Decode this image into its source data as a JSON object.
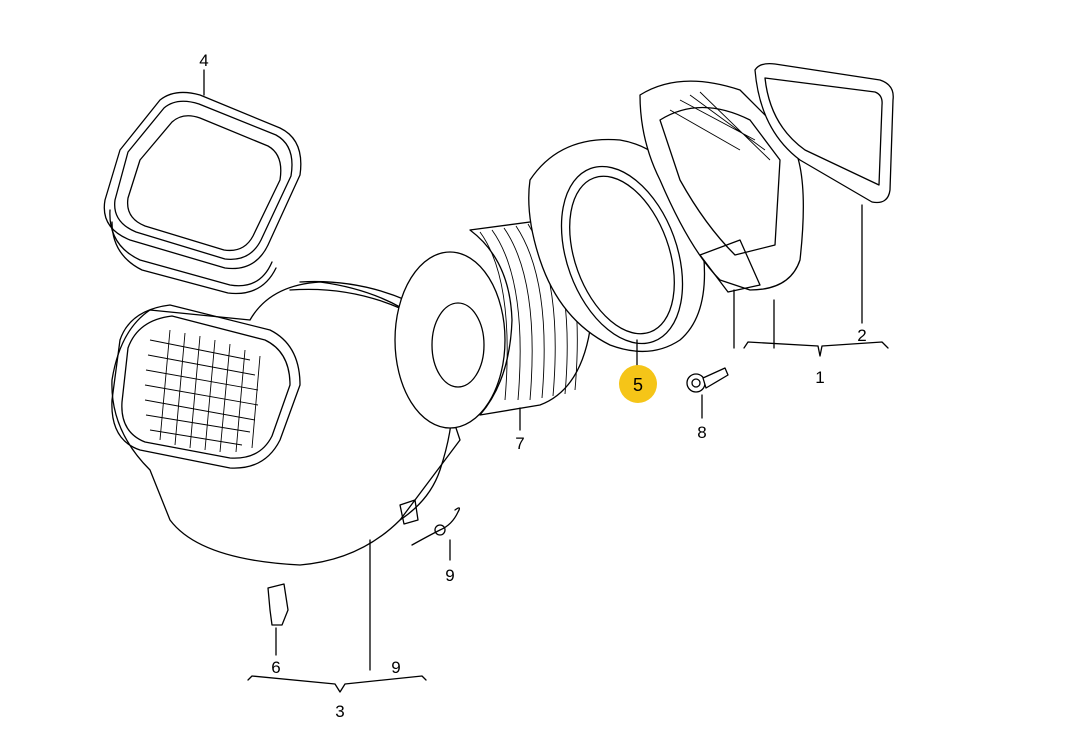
{
  "callouts": [
    {
      "id": "c1",
      "text": "1"
    },
    {
      "id": "c2",
      "text": "2"
    },
    {
      "id": "c3",
      "text": "3"
    },
    {
      "id": "c4",
      "text": "4"
    },
    {
      "id": "c5",
      "text": "5",
      "highlighted": true
    },
    {
      "id": "c6",
      "text": "6"
    },
    {
      "id": "c7",
      "text": "7"
    },
    {
      "id": "c8a",
      "text": "8"
    },
    {
      "id": "c9a",
      "text": "9"
    },
    {
      "id": "c9b",
      "text": "9"
    }
  ],
  "colors": {
    "line": "#000000",
    "background": "#ffffff",
    "highlight": "#f5c518"
  }
}
